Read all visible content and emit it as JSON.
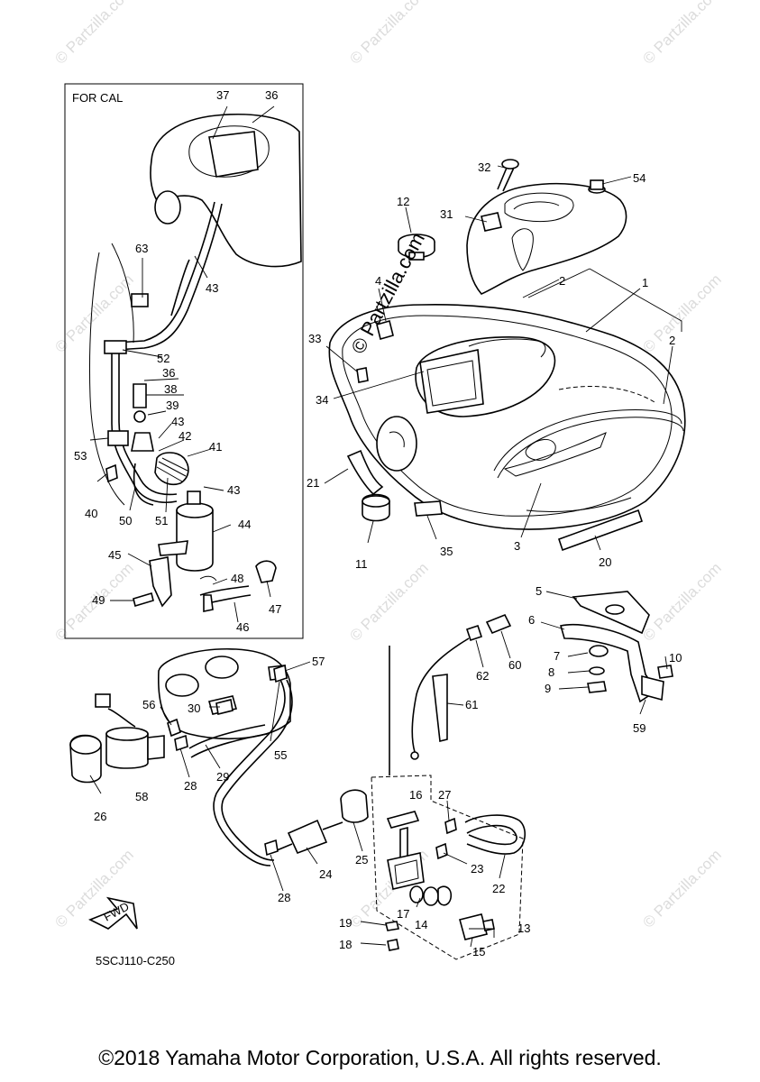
{
  "diagram": {
    "inset_label": "FOR CAL",
    "drawing_code": "5SCJ110-C250",
    "fwd_arrow_label": "FWD",
    "watermark": "© Partzilla.com",
    "colors": {
      "line": "#000000",
      "watermark": "#dcdcdc",
      "background": "#ffffff"
    }
  },
  "callouts": [
    "1",
    "2",
    "2",
    "3",
    "4",
    "5",
    "6",
    "7",
    "8",
    "9",
    "10",
    "11",
    "12",
    "13",
    "14",
    "15",
    "16",
    "17",
    "18",
    "19",
    "20",
    "21",
    "22",
    "23",
    "24",
    "25",
    "26",
    "27",
    "28",
    "28",
    "29",
    "30",
    "31",
    "32",
    "33",
    "34",
    "35",
    "36",
    "36",
    "37",
    "38",
    "39",
    "40",
    "41",
    "42",
    "43",
    "43",
    "43",
    "44",
    "45",
    "46",
    "47",
    "48",
    "49",
    "50",
    "51",
    "52",
    "53",
    "54",
    "55",
    "56",
    "57",
    "58",
    "59",
    "60",
    "61",
    "62",
    "63"
  ],
  "footer": {
    "copyright": "©2018 Yamaha Motor Corporation, U.S.A. All rights reserved."
  }
}
